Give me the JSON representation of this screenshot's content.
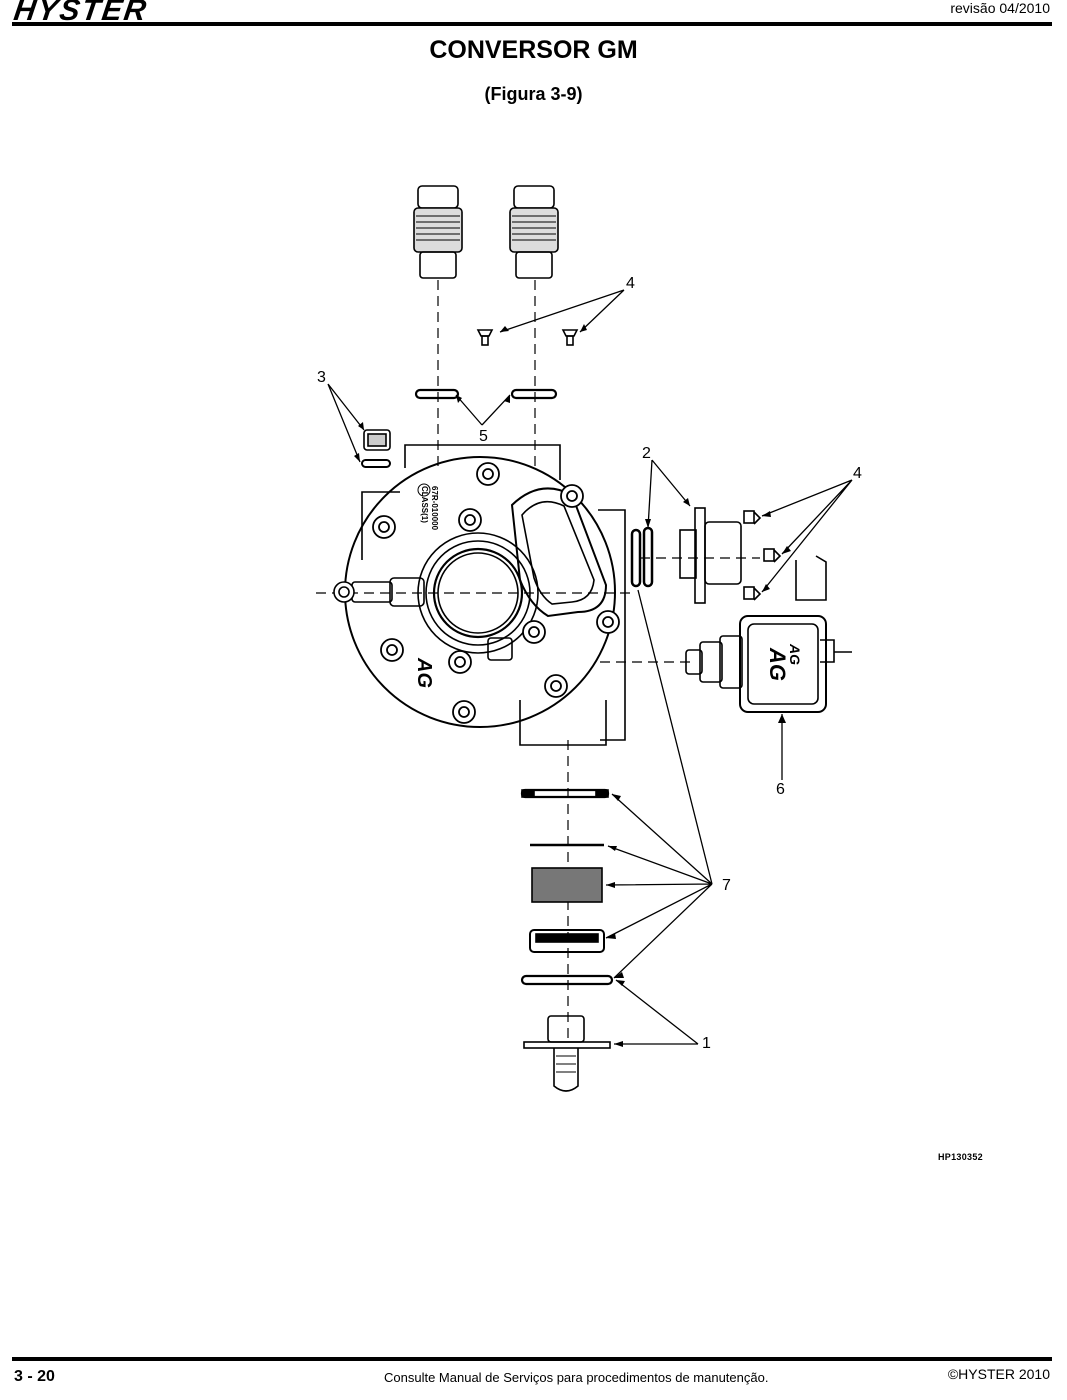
{
  "header": {
    "logo": "HYSTER",
    "revision": "revisão 04/2010"
  },
  "title": "CONVERSOR GM",
  "subtitle": "(Figura 3-9)",
  "figure": {
    "callouts": [
      "1",
      "2",
      "3",
      "4",
      "4",
      "5",
      "6",
      "7"
    ],
    "plate_text": [
      "67R-010000",
      "CLASS(1)"
    ],
    "brand_marks": [
      "AG",
      "AG",
      "AG"
    ],
    "code": "HP130352"
  },
  "footer": {
    "page": "3 - 20",
    "note": "Consulte Manual de Serviços para procedimentos de manutenção.",
    "copyright": "©HYSTER 2010"
  }
}
